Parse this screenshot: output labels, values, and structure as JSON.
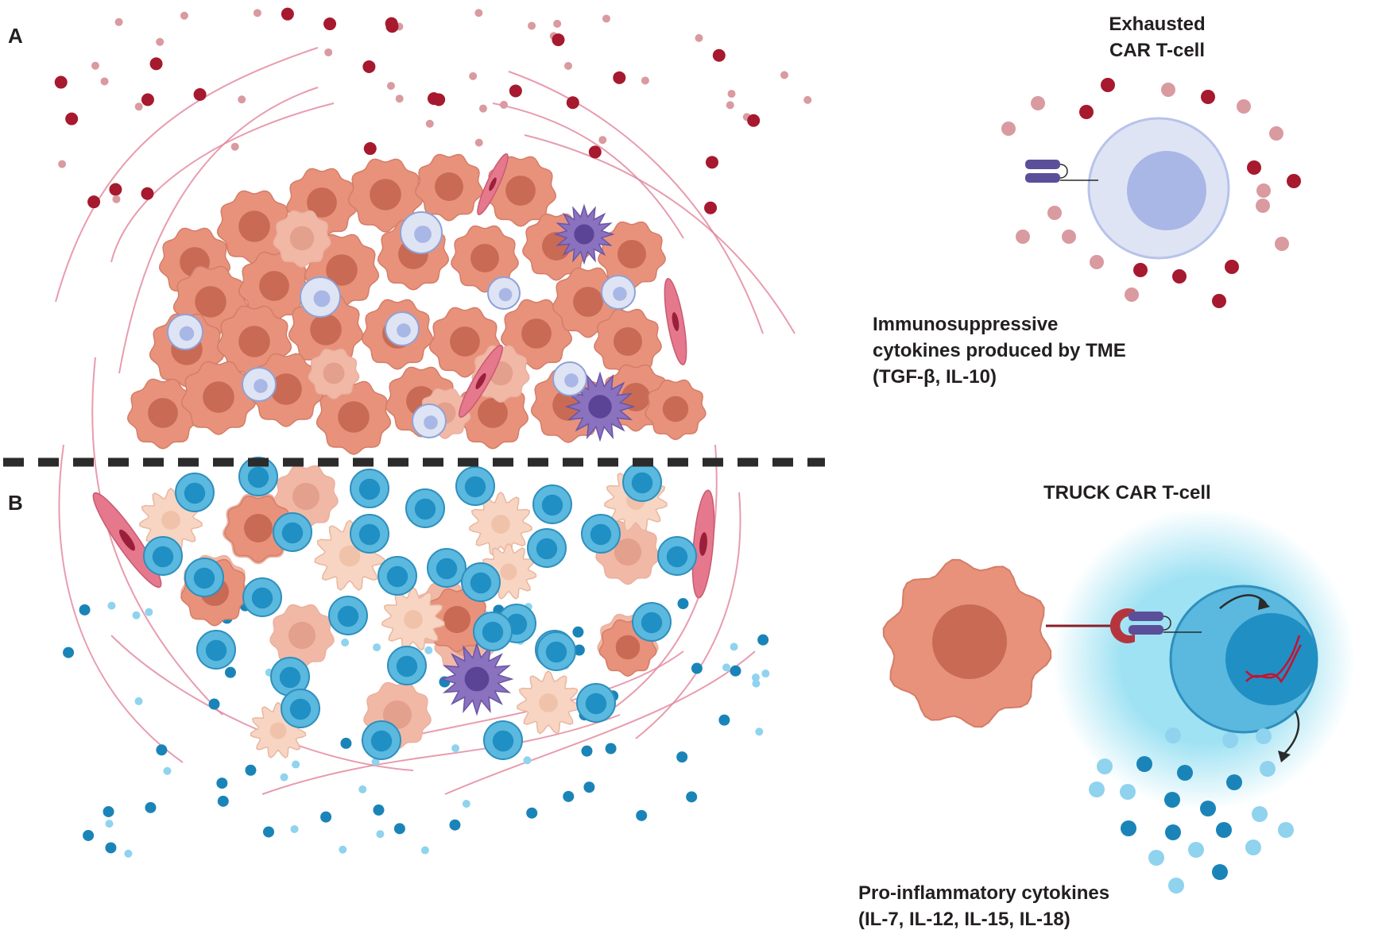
{
  "panels": {
    "a": "A",
    "b": "B"
  },
  "labels": {
    "exhausted_title": "Exhausted\nCAR T-cell",
    "immunosuppressive": "Immunosuppressive\ncytokines produced by TME\n(TGF-β, IL-10)",
    "truck_title": "TRUCK CAR T-cell",
    "proinflammatory": "Pro-inflammatory cytokines\n(IL-7, IL-12, IL-15, IL-18)"
  },
  "colors": {
    "tumor_fill": "#e8927c",
    "tumor_nucleus": "#c96a55",
    "tumor_faded": "#f2b8a6",
    "dead_tumor": "#f7d5c2",
    "exhausted_tcell": "#dfe4f4",
    "exhausted_nucleus": "#a9b7e6",
    "active_tcell": "#5bb8de",
    "active_nucleus": "#1f8fc4",
    "macrophage": "#8a72bf",
    "fibroblast": "#e5788d",
    "fiber": "#e2839a",
    "supp_cytokine_dark": "#a6192e",
    "supp_cytokine_light": "#d99aa0",
    "pro_cytokine_dark": "#1a84b8",
    "pro_cytokine_light": "#8fd3ee",
    "car_receptor": "#5b4f9a",
    "antigen": "#b5353f",
    "divider": "#2b2b2b"
  }
}
